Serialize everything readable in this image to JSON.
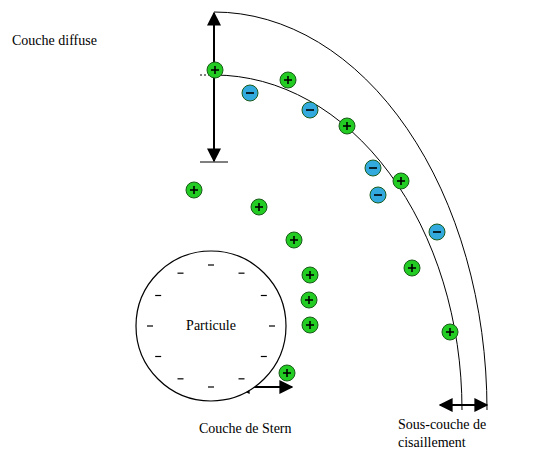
{
  "diagram": {
    "nodes": [
      {
        "text": [
          "Particule"
        ]
      }
    ],
    "labels": [
      "Couche diffuse",
      "Couche de Stern",
      "Sous-couche de cisaillement"
    ]
  }
}
